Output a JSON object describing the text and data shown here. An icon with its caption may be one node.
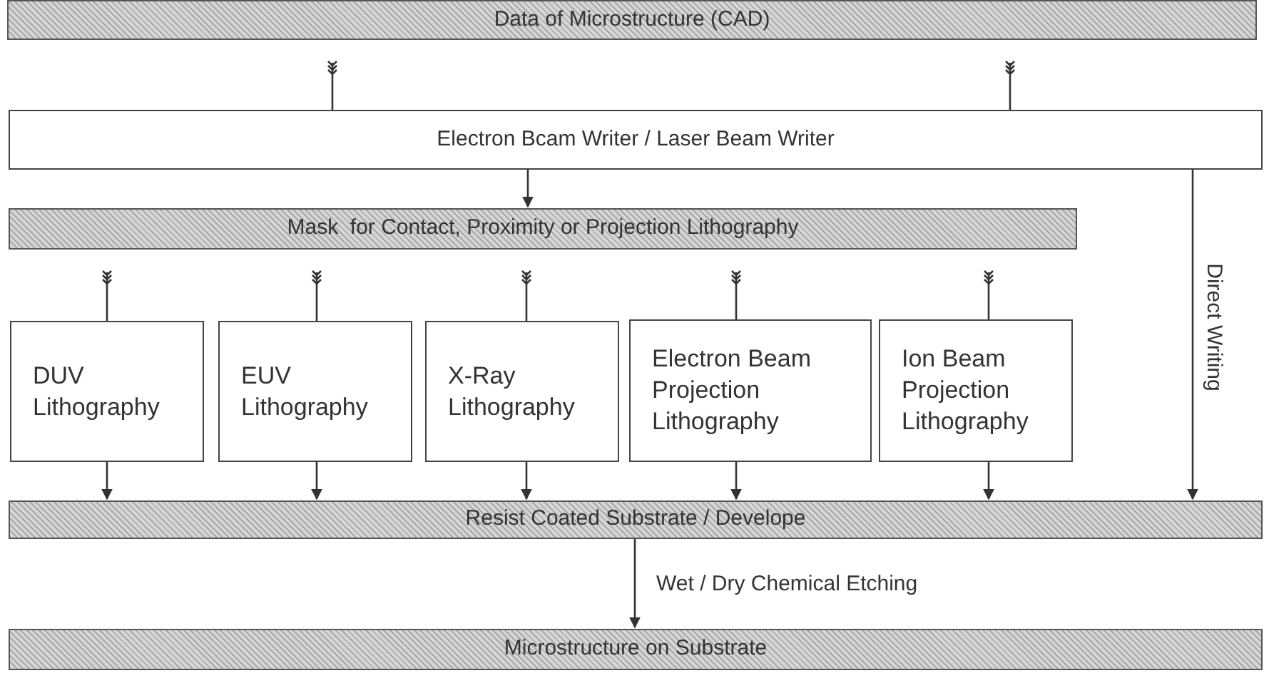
{
  "diagram": {
    "nodes": [
      {
        "text": [
          "Data of Microstructure (CAD)"
        ]
      },
      {
        "text": [
          "Electron Bcam Writer / Laser Beam Writer"
        ]
      },
      {
        "text": [
          "Mask  for Contact, Proximity or Projection Lithography"
        ]
      },
      {
        "text": [
          "DUV Lithography"
        ]
      },
      {
        "text": [
          "EUV Lithography"
        ]
      },
      {
        "text": [
          "X-Ray Lithography"
        ]
      },
      {
        "text": [
          "Electron Beam Projection Lithography"
        ]
      },
      {
        "text": [
          "Ion Beam Projection Lithography"
        ]
      },
      {
        "text": [
          "Resist Coated Substrate / Develope"
        ]
      },
      {
        "text": [
          "Microstructure on Substrate"
        ]
      }
    ],
    "edges": [
      {
        "from": 0,
        "to": 1,
        "arrow": "other"
      },
      {
        "from": 0,
        "to": 1,
        "arrow": "other"
      },
      {
        "from": 1,
        "to": 2,
        "arrow": "to"
      },
      {
        "from": 1,
        "to": 8,
        "arrow": "to",
        "label": "Direct Writing"
      },
      {
        "from": 2,
        "to": 3,
        "arrow": "other"
      },
      {
        "from": 2,
        "to": 4,
        "arrow": "other"
      },
      {
        "from": 2,
        "to": 5,
        "arrow": "other"
      },
      {
        "from": 2,
        "to": 6,
        "arrow": "other"
      },
      {
        "from": 2,
        "to": 7,
        "arrow": "other"
      },
      {
        "from": 3,
        "to": 8,
        "arrow": "to"
      },
      {
        "from": 4,
        "to": 8,
        "arrow": "to"
      },
      {
        "from": 5,
        "to": 8,
        "arrow": "to"
      },
      {
        "from": 6,
        "to": 8,
        "arrow": "to"
      },
      {
        "from": 7,
        "to": 8,
        "arrow": "to"
      },
      {
        "from": 8,
        "to": 9,
        "arrow": "to",
        "label": "Wet / Dry Chemical Etching"
      }
    ]
  }
}
